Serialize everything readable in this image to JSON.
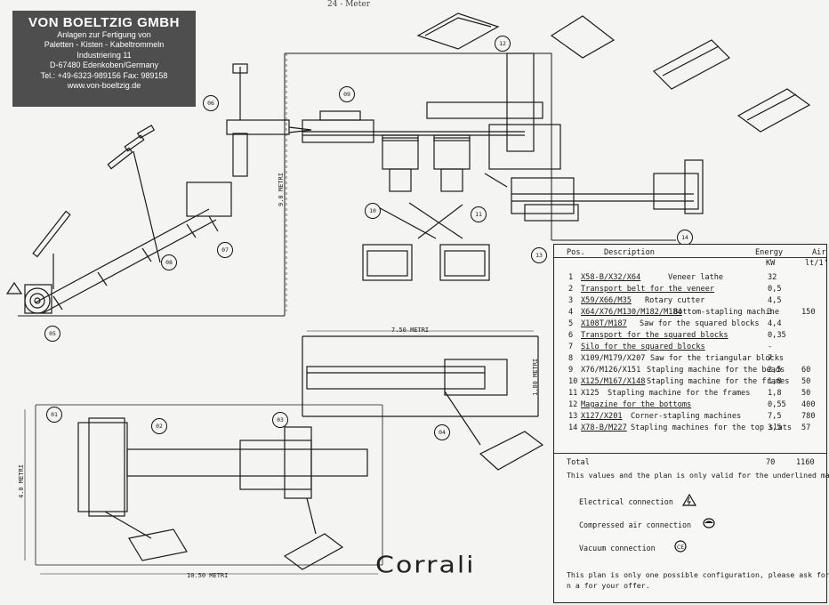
{
  "company": {
    "name": "VON BOELTZIG GMBH",
    "lines": [
      "Anlagen zur Fertigung von",
      "Paletten - Kisten - Kabeltrommeln",
      "Industriering 11",
      "D-67480 Edenkoben/Germany",
      "Tel.: +49-6323-989156  Fax: 989158",
      "www.von-boeltzig.de"
    ]
  },
  "top_note": "24 - Meter",
  "dimensions": {
    "vertical_main": "9.0 METRI",
    "horizontal_middle": "7.50 METRI",
    "vertical_middle": "1.80 METRI",
    "vertical_left": "4.0 METRI",
    "horizontal_bottom": "10.50 METRI"
  },
  "position_labels": [
    "05",
    "06",
    "07",
    "08",
    "09",
    "10",
    "11",
    "12",
    "13",
    "14",
    "01",
    "02",
    "03",
    "04"
  ],
  "table": {
    "headers": {
      "pos": "Pos.",
      "description": "Description",
      "energy": "Energy",
      "air": "Air",
      "kw": "KW",
      "air_unit": "lt/1'"
    },
    "rows": [
      {
        "pos": "1",
        "code": "X58-B/X32/X64",
        "desc": "Veneer lathe",
        "kw": "32",
        "air": ""
      },
      {
        "pos": "2",
        "code": "",
        "desc": "Transport belt for the veneer",
        "kw": "0,5",
        "air": ""
      },
      {
        "pos": "3",
        "code": "X59/X66/M35",
        "desc": "Rotary cutter",
        "kw": "4,5",
        "air": ""
      },
      {
        "pos": "4",
        "code": "X64/X76/M130/M182/M184",
        "desc": "Bottom-stapling machine",
        "kw": "3",
        "air": "150"
      },
      {
        "pos": "5",
        "code": "X108T/M187",
        "desc": "Saw for the squared blocks",
        "kw": "4,4",
        "air": ""
      },
      {
        "pos": "6",
        "code": "",
        "desc": "Transport for the squared blocks",
        "kw": "0,35",
        "air": ""
      },
      {
        "pos": "7",
        "code": "",
        "desc": "Silo for the squared blocks",
        "kw": "-",
        "air": ""
      },
      {
        "pos": "8",
        "code": "X109/M179/X207",
        "desc": "Saw for the triangular blocks",
        "kw": "7",
        "air": ""
      },
      {
        "pos": "9",
        "code": "X76/M126/X151",
        "desc": "Stapling machine for the beads",
        "kw": "2,5",
        "air": "60"
      },
      {
        "pos": "10",
        "code": "X125/M167/X148",
        "desc": "Stapling machine for the frames",
        "kw": "1,8",
        "air": "50"
      },
      {
        "pos": "11",
        "code": "X125",
        "desc": "Stapling machine for the frames",
        "kw": "1,8",
        "air": "50"
      },
      {
        "pos": "12",
        "code": "",
        "desc": "Magazine for the bottoms",
        "kw": "0,55",
        "air": "400"
      },
      {
        "pos": "13",
        "code": "X127/X201",
        "desc": "Corner-stapling machines",
        "kw": "7,5",
        "air": "780"
      },
      {
        "pos": "14",
        "code": "X78-B/M227",
        "desc": "Stapling machines for the top slats",
        "kw": "3,5",
        "air": "57"
      }
    ],
    "total_label": "Total",
    "total_kw": "70",
    "total_air": "1160",
    "validity_note": "This values and the plan is only valid for the underlined machine-se.",
    "legend": [
      {
        "label": "Electrical connection",
        "icon": "lightning-triangle-icon"
      },
      {
        "label": "Compressed air connection",
        "icon": "air-connection-icon"
      },
      {
        "label": "Vacuum connection",
        "icon": "vacuum-connection-icon"
      }
    ],
    "footer_note_1": "This plan is only one possible configuration, please ask for a detai",
    "footer_note_2": "n a for your offer."
  },
  "brand": "Corrali"
}
